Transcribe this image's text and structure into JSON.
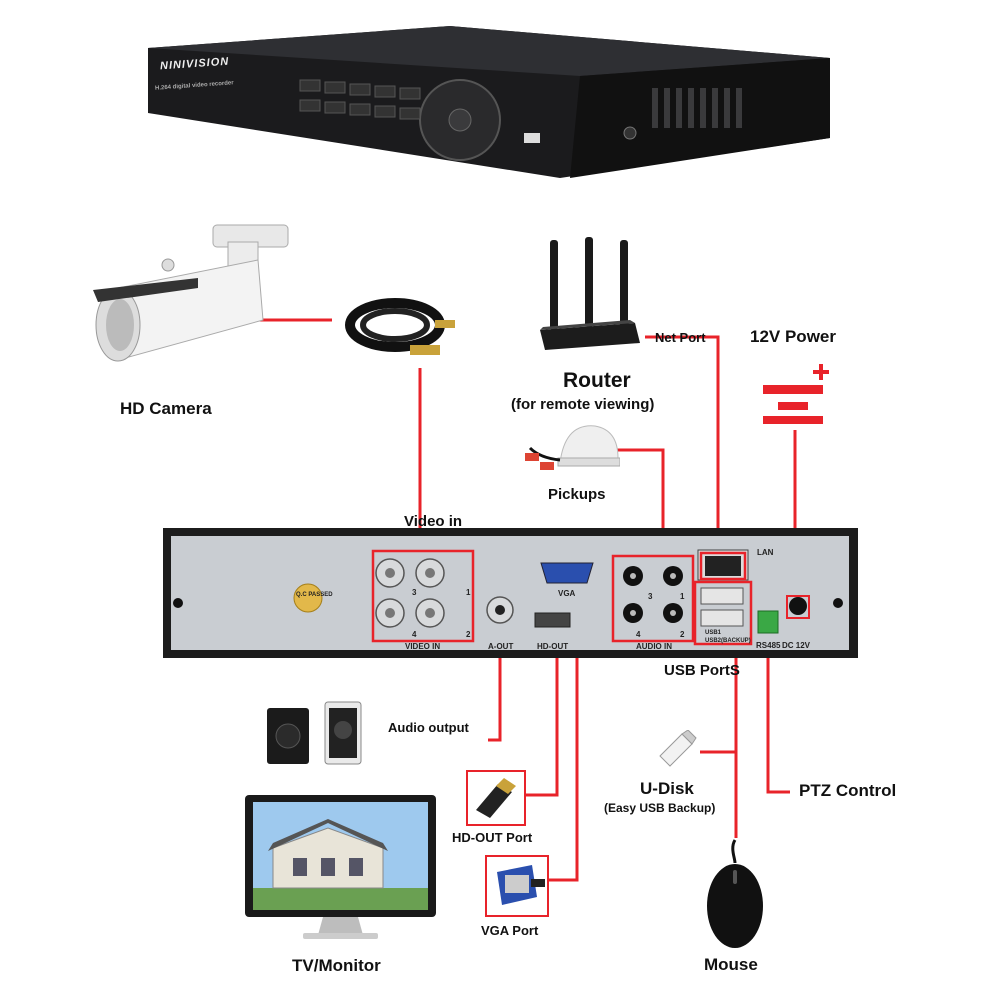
{
  "labels": {
    "hd_camera": "HD Camera",
    "router": "Router",
    "router_sub": "(for remote viewing)",
    "net_port": "Net Port",
    "power": "12V Power",
    "pickups": "Pickups",
    "video_in": "Video in",
    "usb_ports": "USB PortS",
    "audio_output": "Audio output",
    "u_disk": "U-Disk",
    "u_disk_sub": "(Easy USB Backup)",
    "ptz": "PTZ Control",
    "hd_out_port": "HD-OUT Port",
    "vga_port": "VGA Port",
    "mouse": "Mouse",
    "tv_monitor": "TV/Monitor"
  },
  "panel_labels": {
    "video_in": "VIDEO IN",
    "a_out": "A-OUT",
    "hd_out": "HD-OUT",
    "vga": "VGA",
    "audio_in": "AUDIO IN",
    "lan": "LAN",
    "rs485": "RS485",
    "dc12v": "DC 12V",
    "usb1": "USB1",
    "usb2": "USB2(BACKUP)",
    "qc": "Q.C PASSED",
    "ch3": "3",
    "ch1": "1",
    "ch4": "4",
    "ch2": "2",
    "ach3": "3",
    "ach1": "1",
    "ach4": "4",
    "ach2": "2"
  },
  "dvr_front": {
    "brand": "NINIVISION",
    "model": "H.264 digital video recorder"
  },
  "colors": {
    "wire": "#e8232a",
    "panel": "#1c1c1c",
    "plate": "#c9cdd2"
  }
}
